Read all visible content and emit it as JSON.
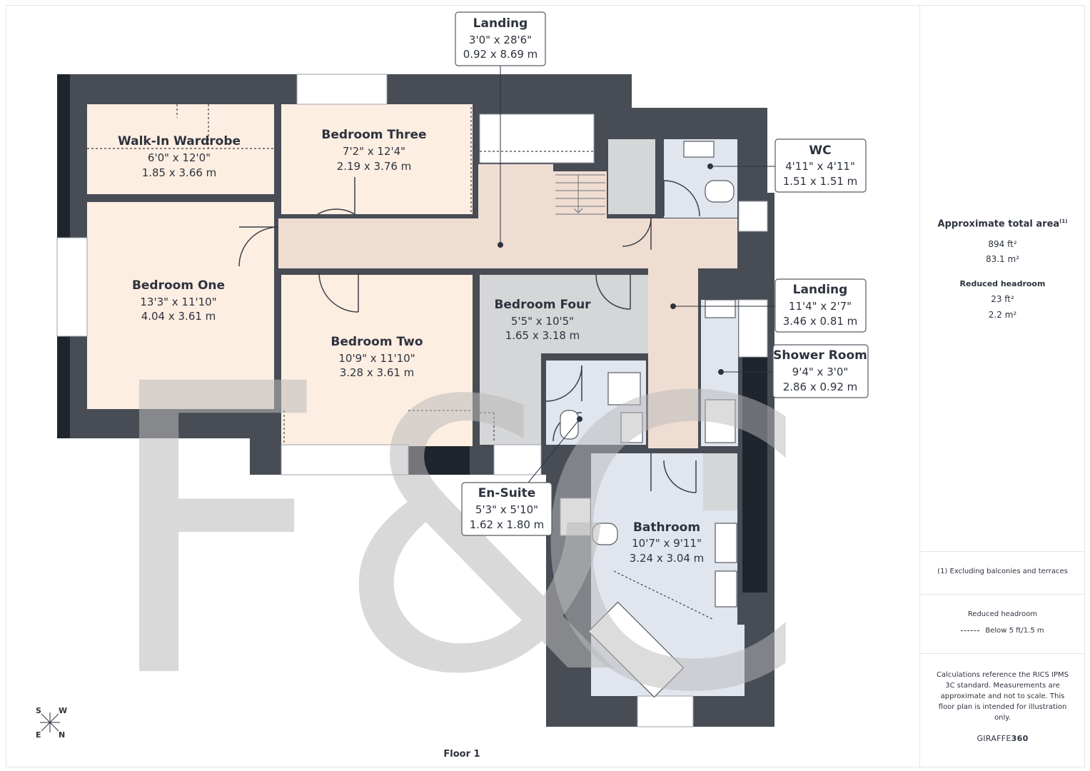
{
  "rooms": {
    "landing_top": {
      "name": "Landing",
      "imperial": "3'0\" x 28'6\"",
      "metric": "0.92 x 8.69 m"
    },
    "walkin": {
      "name": "Walk-In Wardrobe",
      "imperial": "6'0\" x 12'0\"",
      "metric": "1.85 x 3.66 m"
    },
    "bed_three": {
      "name": "Bedroom Three",
      "imperial": "7'2\" x 12'4\"",
      "metric": "2.19 x 3.76 m"
    },
    "wc": {
      "name": "WC",
      "imperial": "4'11\" x 4'11\"",
      "metric": "1.51 x 1.51 m"
    },
    "bed_one": {
      "name": "Bedroom One",
      "imperial": "13'3\" x 11'10\"",
      "metric": "4.04 x 3.61 m"
    },
    "bed_four": {
      "name": "Bedroom Four",
      "imperial": "5'5\" x 10'5\"",
      "metric": "1.65 x 3.18 m"
    },
    "landing_right": {
      "name": "Landing",
      "imperial": "11'4\" x 2'7\"",
      "metric": "3.46 x 0.81 m"
    },
    "bed_two": {
      "name": "Bedroom Two",
      "imperial": "10'9\" x 11'10\"",
      "metric": "3.28 x 3.61 m"
    },
    "shower": {
      "name": "Shower Room",
      "imperial": "9'4\" x 3'0\"",
      "metric": "2.86 x 0.92 m"
    },
    "ensuite": {
      "name": "En-Suite",
      "imperial": "5'3\" x 5'10\"",
      "metric": "1.62 x 1.80 m"
    },
    "bathroom": {
      "name": "Bathroom",
      "imperial": "10'7\" x 9'11\"",
      "metric": "3.24 x 3.04 m"
    }
  },
  "floor_label": "Floor 1",
  "compass": {
    "s": "S",
    "w": "W",
    "e": "E",
    "n": "N"
  },
  "sidebar": {
    "total_area_title": "Approximate total area",
    "total_area_note_mark": "(1)",
    "total_area_ft": "894 ft²",
    "total_area_m": "83.1 m²",
    "reduced_title": "Reduced headroom",
    "reduced_ft": "23 ft²",
    "reduced_m": "2.2 m²",
    "footnote": "(1) Excluding balconies and terraces",
    "legend_title": "Reduced headroom",
    "legend_item": "Below 5 ft/1.5 m",
    "disclaimer": "Calculations reference the RICS IPMS 3C standard. Measurements are approximate and not to scale. This floor plan is intended for illustration only.",
    "brand_prefix": "GIRAFFE",
    "brand_suffix": "360"
  },
  "colors": {
    "wall": "#474c55",
    "wall_dark": "#1f252d",
    "bedroom_fill": "#fdeee2",
    "landing_fill": "#f0ddd2",
    "wet_fill": "#e1e5ee",
    "bed_four_fill": "#d5d6d8",
    "watermark": "#b9b9b9",
    "text": "#2d333e"
  }
}
